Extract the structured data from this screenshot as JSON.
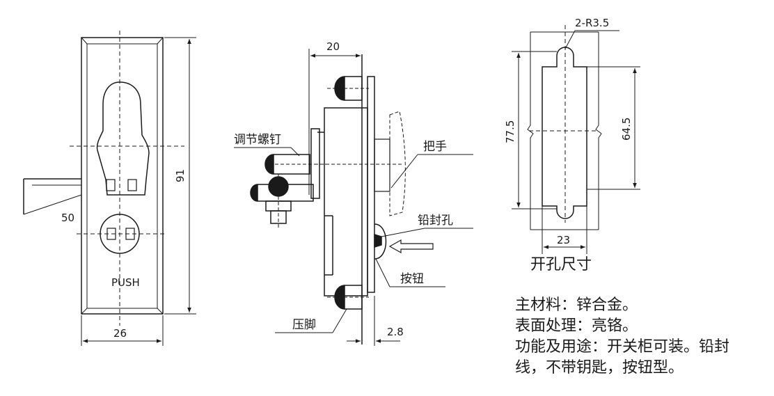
{
  "front_view": {
    "button_text": "PUSH",
    "dim_height": "91",
    "dim_width": "26",
    "dim_offset": "50"
  },
  "side_view": {
    "dim_top": "20",
    "dim_bottom": "2.8",
    "label_adjust_screw": "调节螺钉",
    "label_handle": "把手",
    "label_seal_hole": "铅封孔",
    "label_button": "按钮",
    "label_press_foot": "压脚"
  },
  "cutout_view": {
    "dim_radius": "2-R3.5",
    "dim_outer": "77.5",
    "dim_inner": "64.5",
    "dim_width": "23",
    "title": "开孔尺寸"
  },
  "specs": {
    "line1": "主材料：锌合金。",
    "line2": "表面处理：亮铬。",
    "line3": "功能及用途：开关柜可装。铅封",
    "line4": "线，不带钥匙，按钮型。"
  }
}
